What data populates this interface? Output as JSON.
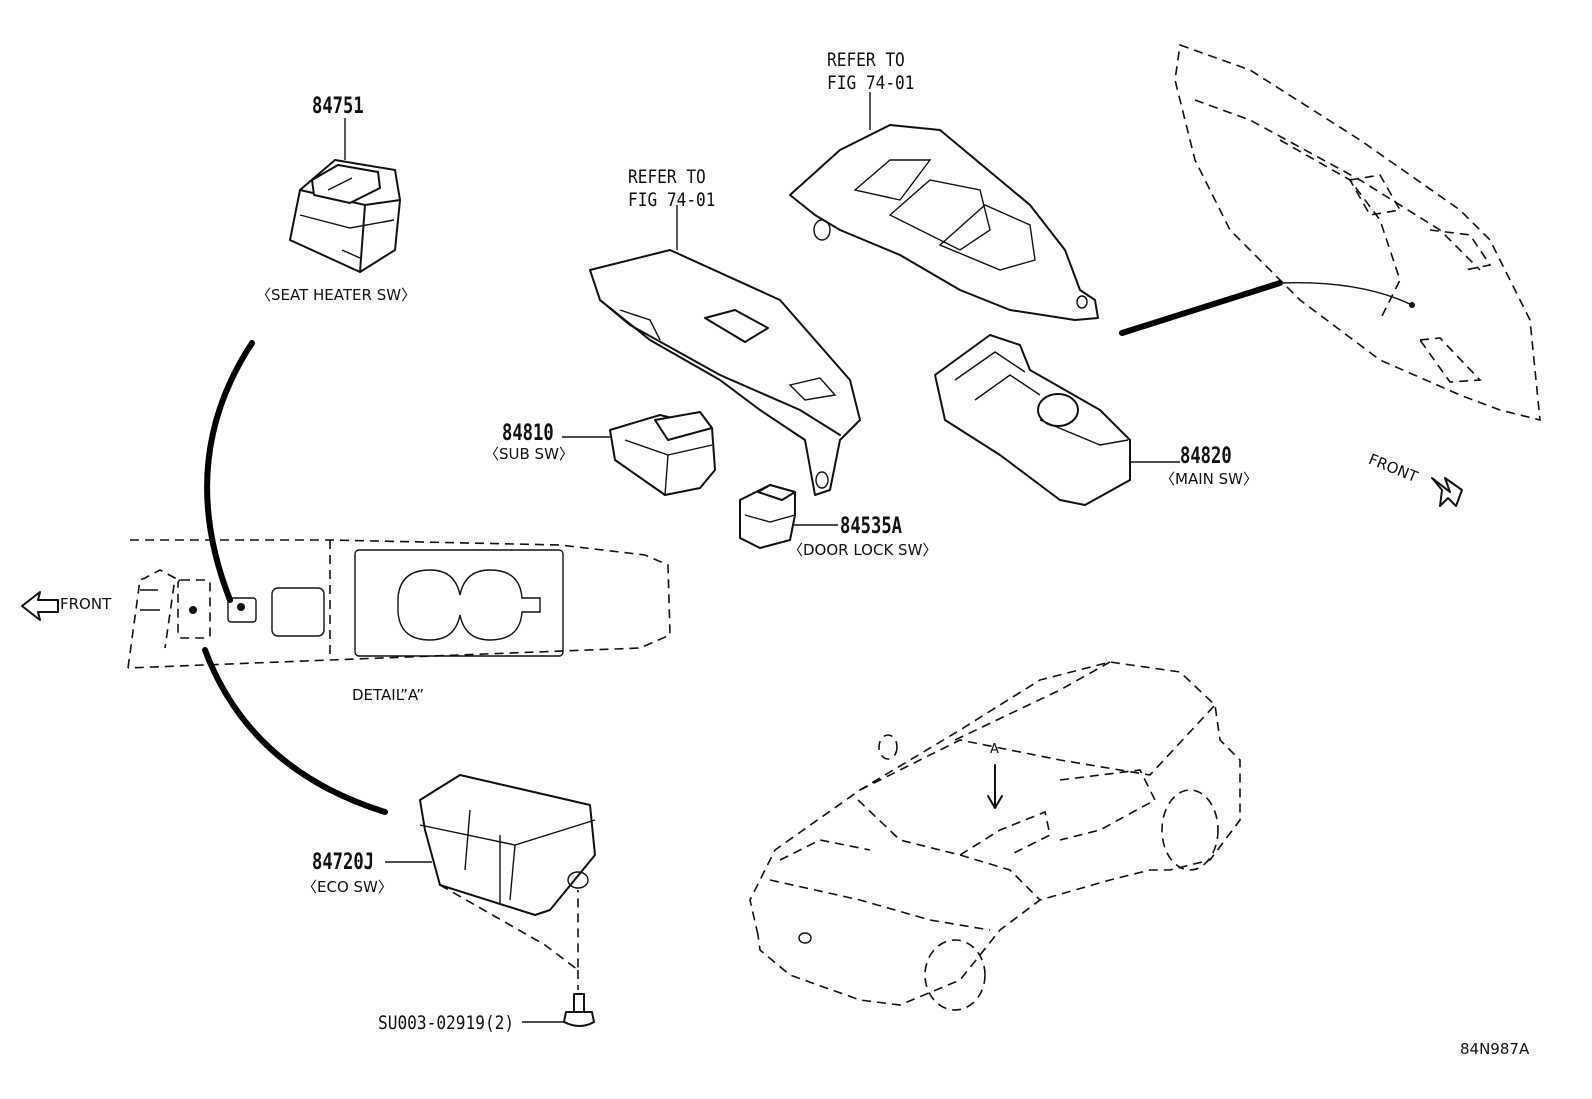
{
  "parts": {
    "seat_heater": {
      "number": "84751",
      "caption": "〈SEAT HEATER SW〉"
    },
    "sub_sw": {
      "number": "84810",
      "caption": "〈SUB SW〉"
    },
    "door_lock": {
      "number": "84535A",
      "caption": "〈DOOR LOCK SW〉"
    },
    "main_sw": {
      "number": "84820",
      "caption": "〈MAIN SW〉"
    },
    "eco_sw": {
      "number": "84720J",
      "caption": "〈ECO SW〉"
    },
    "screw": {
      "number": "SU003-02919(2)"
    }
  },
  "refs": {
    "ref1": {
      "line1": "REFER TO",
      "line2": "FIG 74-01"
    },
    "ref2": {
      "line1": "REFER TO",
      "line2": "FIG 74-01"
    }
  },
  "labels": {
    "detail": "DETAIL”A”",
    "front_left": "FRONT",
    "front_right": "FRONT",
    "view_a": "A",
    "diagram_code": "84N987A"
  }
}
